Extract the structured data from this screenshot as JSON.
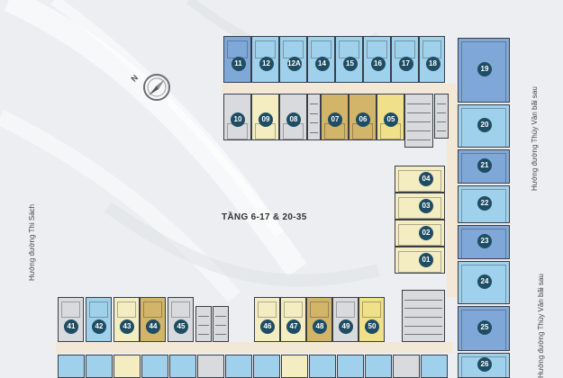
{
  "floor_label": "TẦNG 6-17 & 20-35",
  "street_labels": {
    "thi_sach": "Hướng đường Thi Sách",
    "thuy_van_upper": "Hướng đường Thùy Vân bãi sau",
    "thuy_van_lower": "Hướng đường Thùy Vân bãi sau"
  },
  "compass": {
    "letter": "N",
    "icon": "compass-icon"
  },
  "colors": {
    "blue": "#9fd0ec",
    "blue_dark": "#7fa8d8",
    "cream": "#f4edc2",
    "tan": "#d3b569",
    "yellow": "#f0e08a",
    "grey": "#d9dadd",
    "corridor": "#f3e7d6",
    "badge": "#1f4d63"
  },
  "units": {
    "top_north": [
      "11",
      "12",
      "12A",
      "14",
      "15",
      "16",
      "17",
      "18"
    ],
    "top_south": [
      "10",
      "09",
      "08",
      "07",
      "06",
      "05"
    ],
    "center": [
      "04",
      "03",
      "02",
      "01"
    ],
    "east": [
      "19",
      "20",
      "21",
      "22",
      "23",
      "24",
      "25",
      "26"
    ],
    "bottom": [
      "41",
      "42",
      "43",
      "44",
      "45",
      "46",
      "47",
      "48",
      "49",
      "50"
    ]
  }
}
